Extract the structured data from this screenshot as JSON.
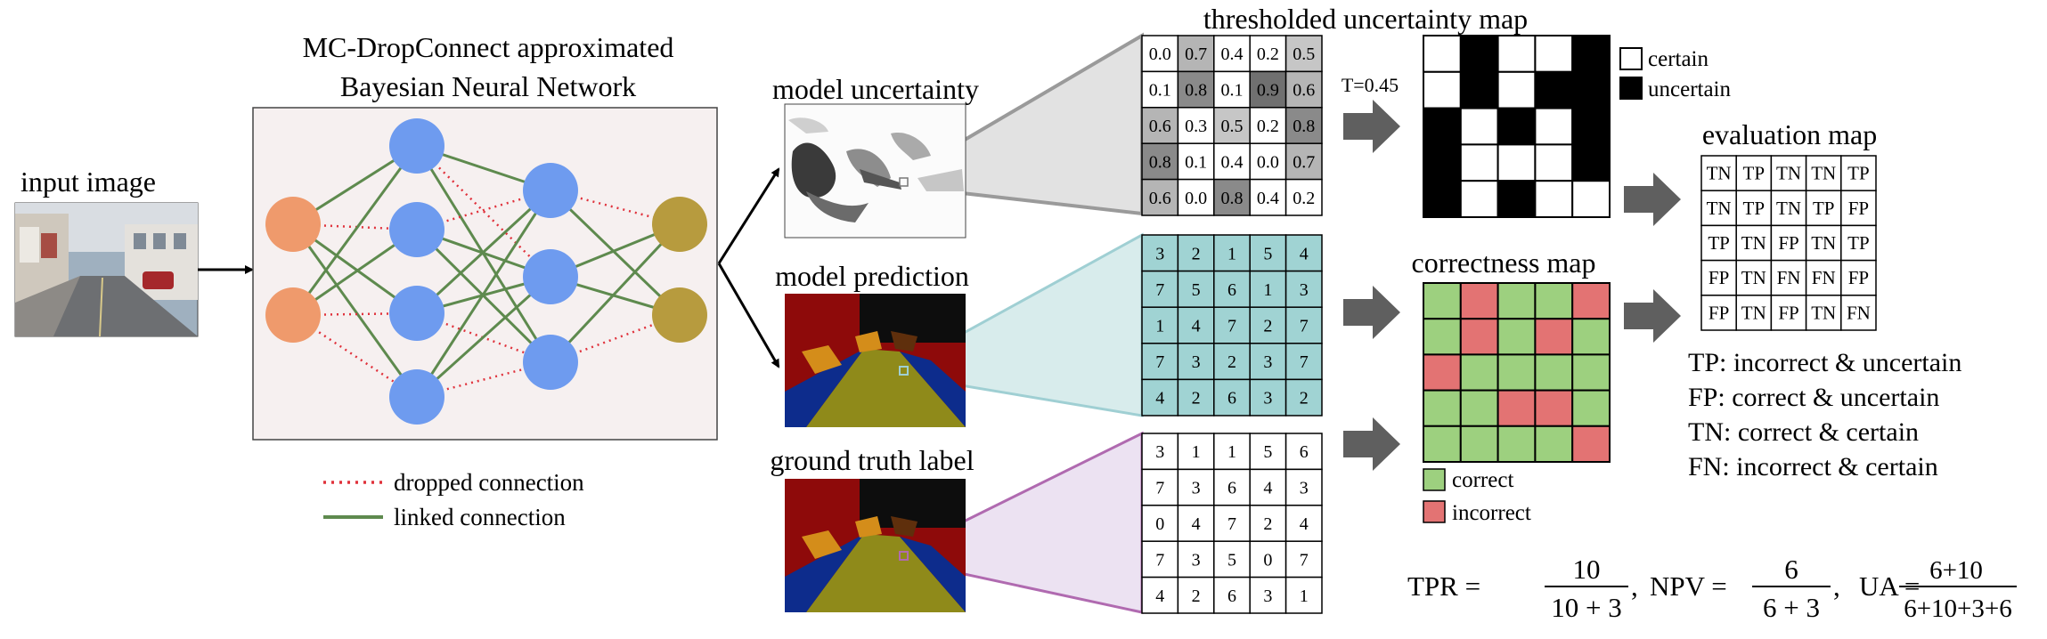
{
  "input_label": "input image",
  "bnn_title_line1": "MC-DropConnect approximated",
  "bnn_title_line2": "Bayesian Neural Network",
  "legend_dropped": "dropped connection",
  "legend_linked": "linked connection",
  "label_uncertainty": "model uncertainty",
  "label_prediction": "model prediction",
  "label_ground_truth": "ground truth label",
  "threshold_text": "T=0.45",
  "thresholded_title": "thresholded uncertainty map",
  "certain_label": "certain",
  "uncertain_label": "uncertain",
  "correctness_title": "correctness map",
  "correct_label": "correct",
  "incorrect_label": "incorrect",
  "evaluation_title": "evaluation map",
  "definitions": [
    "TP: incorrect & uncertain",
    "FP: correct & uncertain",
    "TN: correct & certain",
    "FN: incorrect & certain"
  ],
  "formula": {
    "tpr_label": "TPR =",
    "tpr_num": "10",
    "tpr_den": "10 + 3",
    "npv_label": "NPV =",
    "npv_num": "6",
    "npv_den": "6 + 3",
    "ua_label": "UA =",
    "ua_num": "6+10",
    "ua_den": "6+10+3+6",
    "sep": ","
  },
  "uncertainty_grid": [
    [
      "0.0",
      "0.7",
      "0.4",
      "0.2",
      "0.5"
    ],
    [
      "0.1",
      "0.8",
      "0.1",
      "0.9",
      "0.6"
    ],
    [
      "0.6",
      "0.3",
      "0.5",
      "0.2",
      "0.8"
    ],
    [
      "0.8",
      "0.1",
      "0.4",
      "0.0",
      "0.7"
    ],
    [
      "0.6",
      "0.0",
      "0.8",
      "0.4",
      "0.2"
    ]
  ],
  "prediction_grid": [
    [
      "3",
      "2",
      "1",
      "5",
      "4"
    ],
    [
      "7",
      "5",
      "6",
      "1",
      "3"
    ],
    [
      "1",
      "4",
      "7",
      "2",
      "7"
    ],
    [
      "7",
      "3",
      "2",
      "3",
      "7"
    ],
    [
      "4",
      "2",
      "6",
      "3",
      "2"
    ]
  ],
  "ground_truth_grid": [
    [
      "3",
      "1",
      "1",
      "5",
      "6"
    ],
    [
      "7",
      "3",
      "6",
      "4",
      "3"
    ],
    [
      "0",
      "4",
      "7",
      "2",
      "4"
    ],
    [
      "7",
      "3",
      "5",
      "0",
      "7"
    ],
    [
      "4",
      "2",
      "6",
      "3",
      "1"
    ]
  ],
  "thresholded_grid": [
    [
      0,
      1,
      0,
      0,
      1
    ],
    [
      0,
      1,
      0,
      1,
      1
    ],
    [
      1,
      0,
      1,
      0,
      1
    ],
    [
      1,
      0,
      0,
      0,
      1
    ],
    [
      1,
      0,
      1,
      0,
      0
    ]
  ],
  "correctness_grid": [
    [
      1,
      0,
      1,
      1,
      0
    ],
    [
      1,
      0,
      1,
      0,
      1
    ],
    [
      0,
      1,
      1,
      1,
      1
    ],
    [
      1,
      1,
      0,
      0,
      1
    ],
    [
      1,
      1,
      1,
      1,
      0
    ]
  ],
  "evaluation_grid": [
    [
      "TN",
      "TP",
      "TN",
      "TN",
      "TP"
    ],
    [
      "TN",
      "TP",
      "TN",
      "TP",
      "FP"
    ],
    [
      "TP",
      "TN",
      "FP",
      "TN",
      "TP"
    ],
    [
      "FP",
      "TN",
      "FN",
      "FN",
      "FP"
    ],
    [
      "FP",
      "TN",
      "FP",
      "TN",
      "FN"
    ]
  ],
  "colors": {
    "input_node": "#ef9a6c",
    "hidden_node": "#6e9bef",
    "output_node": "#b79b3e",
    "dropped": "#e0323c",
    "linked": "#5e8a4e",
    "panel_bg": "#f6f0f0",
    "teal_cell": "#a0d3d3",
    "teal_zoom": "#d8ecec",
    "purple_zoom": "#ece2f2",
    "purple_line": "#b06ab0",
    "gray_zoom": "#e2e2e2",
    "correct": "#9dd07f",
    "incorrect": "#e37373",
    "arrow_gray": "#5f5f5f"
  }
}
